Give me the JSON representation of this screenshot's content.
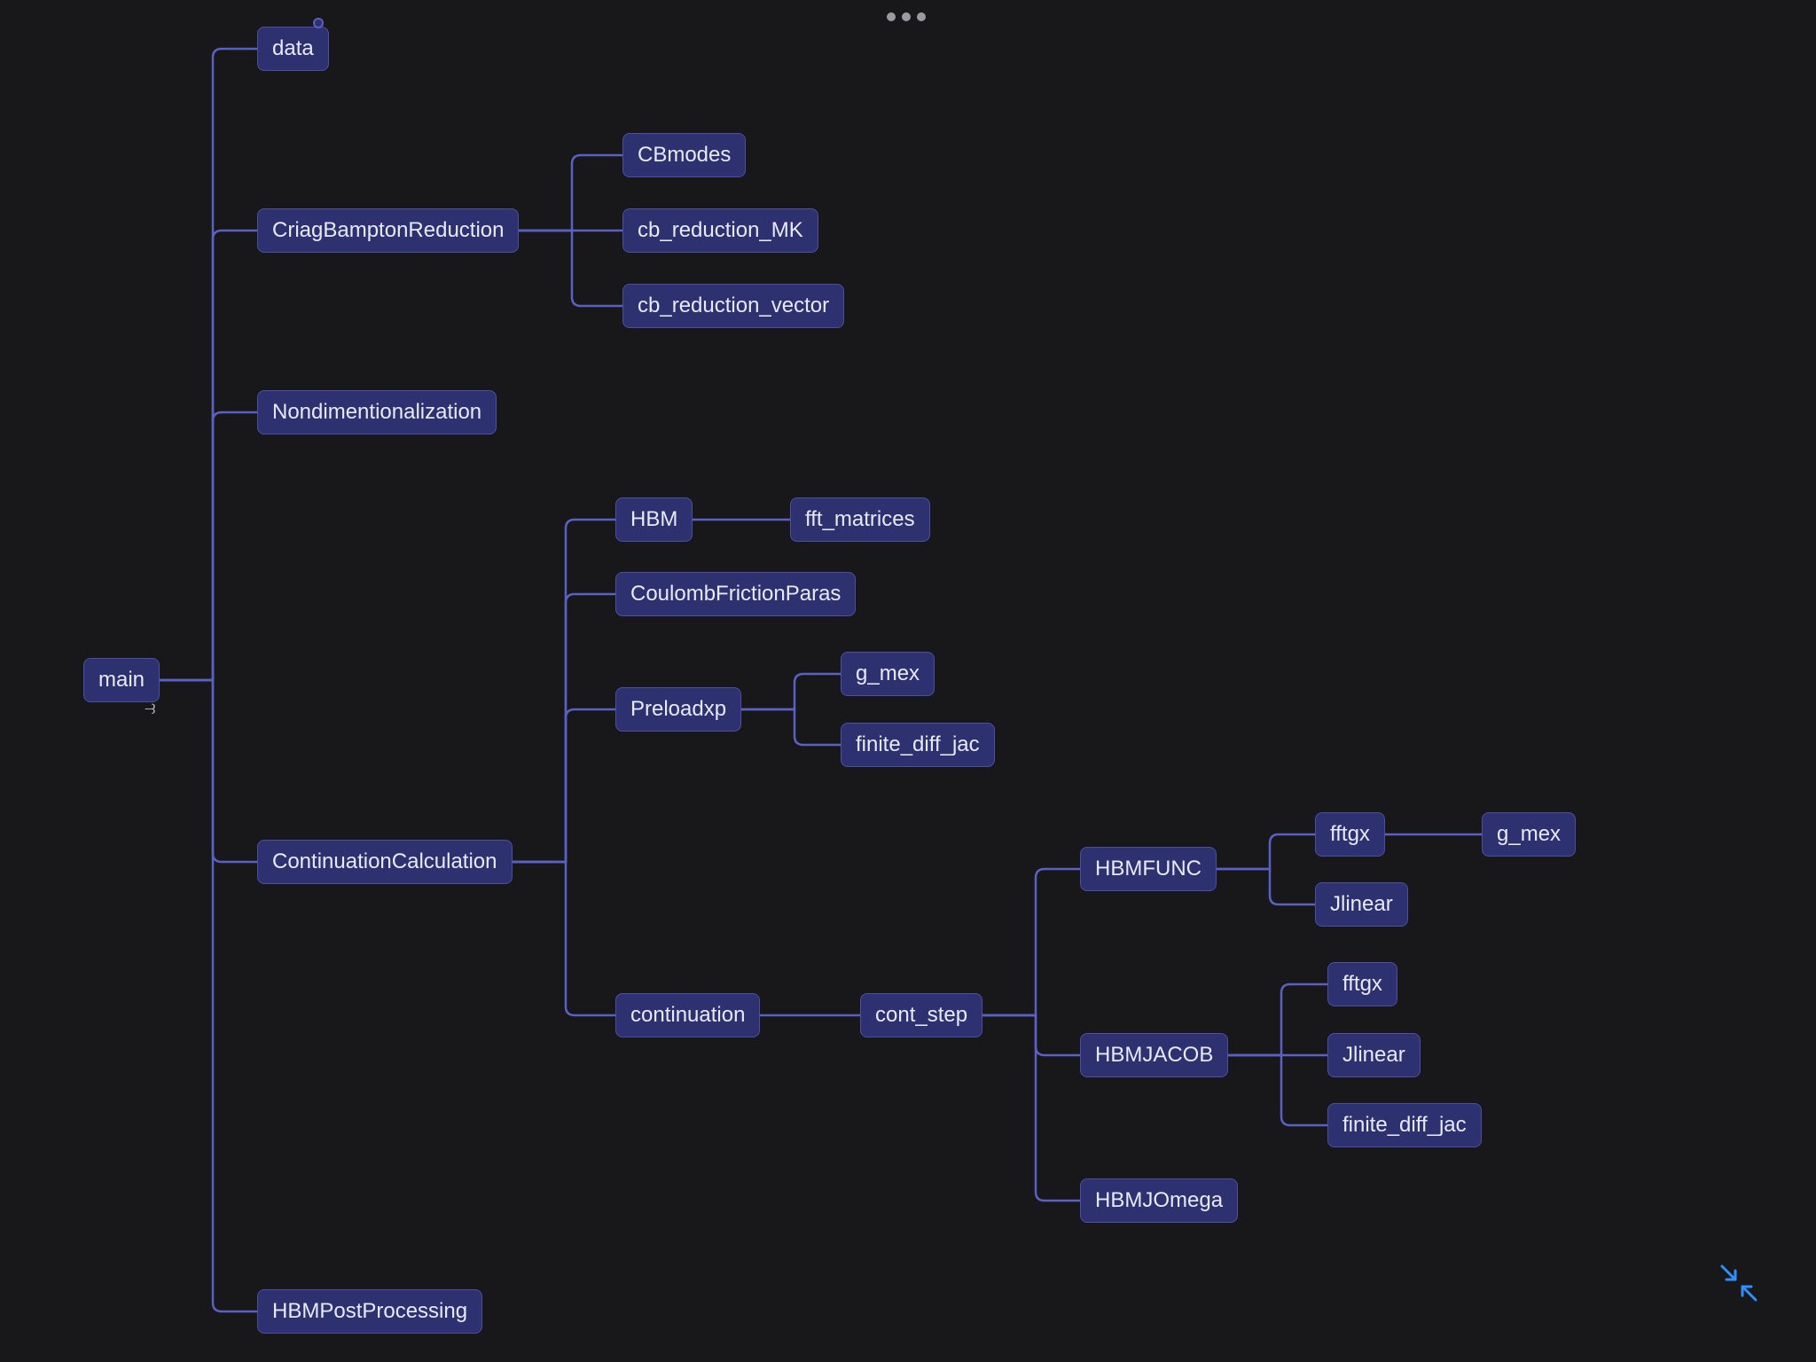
{
  "colors": {
    "background": "#18181a",
    "node_fill": "#2e3170",
    "node_border": "#4b4f9e",
    "link": "#5a60c4",
    "text": "#e8e9f6",
    "accent": "#2f8fff"
  },
  "icons": {
    "more": "more-horizontal-icon",
    "fold": "fold-toggle-icon",
    "collapse": "collapse-handle-icon",
    "fit": "collapse-arrows-icon"
  },
  "nodes": {
    "main": "main",
    "data": "data",
    "criag_bampton_reduction": "CriagBamptonReduction",
    "cbmodes": "CBmodes",
    "cb_reduction_mk": "cb_reduction_MK",
    "cb_reduction_vector": "cb_reduction_vector",
    "nondimentionalization": "Nondimentionalization",
    "continuation_calculation": "ContinuationCalculation",
    "hbm": "HBM",
    "fft_matrices": "fft_matrices",
    "coulomb_friction_paras": "CoulombFrictionParas",
    "preloadxp": "Preloadxp",
    "preloadxp_g_mex": "g_mex",
    "preloadxp_finite_diff_jac": "finite_diff_jac",
    "continuation": "continuation",
    "cont_step": "cont_step",
    "hbmfunc": "HBMFUNC",
    "hbmfunc_fftgx": "fftgx",
    "hbmfunc_fftgx_g_mex": "g_mex",
    "hbmfunc_jlinear": "Jlinear",
    "hbmjacob": "HBMJACOB",
    "hbmjacob_fftgx": "fftgx",
    "hbmjacob_jlinear": "Jlinear",
    "hbmjacob_finite_diff_jac": "finite_diff_jac",
    "hbmjomega": "HBMJOmega",
    "hbm_post_processing": "HBMPostProcessing"
  },
  "edges": [
    [
      "main",
      "data"
    ],
    [
      "main",
      "criag_bampton_reduction"
    ],
    [
      "main",
      "nondimentionalization"
    ],
    [
      "main",
      "continuation_calculation"
    ],
    [
      "main",
      "hbm_post_processing"
    ],
    [
      "criag_bampton_reduction",
      "cbmodes"
    ],
    [
      "criag_bampton_reduction",
      "cb_reduction_mk"
    ],
    [
      "criag_bampton_reduction",
      "cb_reduction_vector"
    ],
    [
      "continuation_calculation",
      "hbm"
    ],
    [
      "continuation_calculation",
      "coulomb_friction_paras"
    ],
    [
      "continuation_calculation",
      "preloadxp"
    ],
    [
      "continuation_calculation",
      "continuation"
    ],
    [
      "hbm",
      "fft_matrices"
    ],
    [
      "preloadxp",
      "preloadxp_g_mex"
    ],
    [
      "preloadxp",
      "preloadxp_finite_diff_jac"
    ],
    [
      "continuation",
      "cont_step"
    ],
    [
      "cont_step",
      "hbmfunc"
    ],
    [
      "cont_step",
      "hbmjacob"
    ],
    [
      "cont_step",
      "hbmjomega"
    ],
    [
      "hbmfunc",
      "hbmfunc_fftgx"
    ],
    [
      "hbmfunc",
      "hbmfunc_jlinear"
    ],
    [
      "hbmfunc_fftgx",
      "hbmfunc_fftgx_g_mex"
    ],
    [
      "hbmjacob",
      "hbmjacob_fftgx"
    ],
    [
      "hbmjacob",
      "hbmjacob_jlinear"
    ],
    [
      "hbmjacob",
      "hbmjacob_finite_diff_jac"
    ]
  ]
}
